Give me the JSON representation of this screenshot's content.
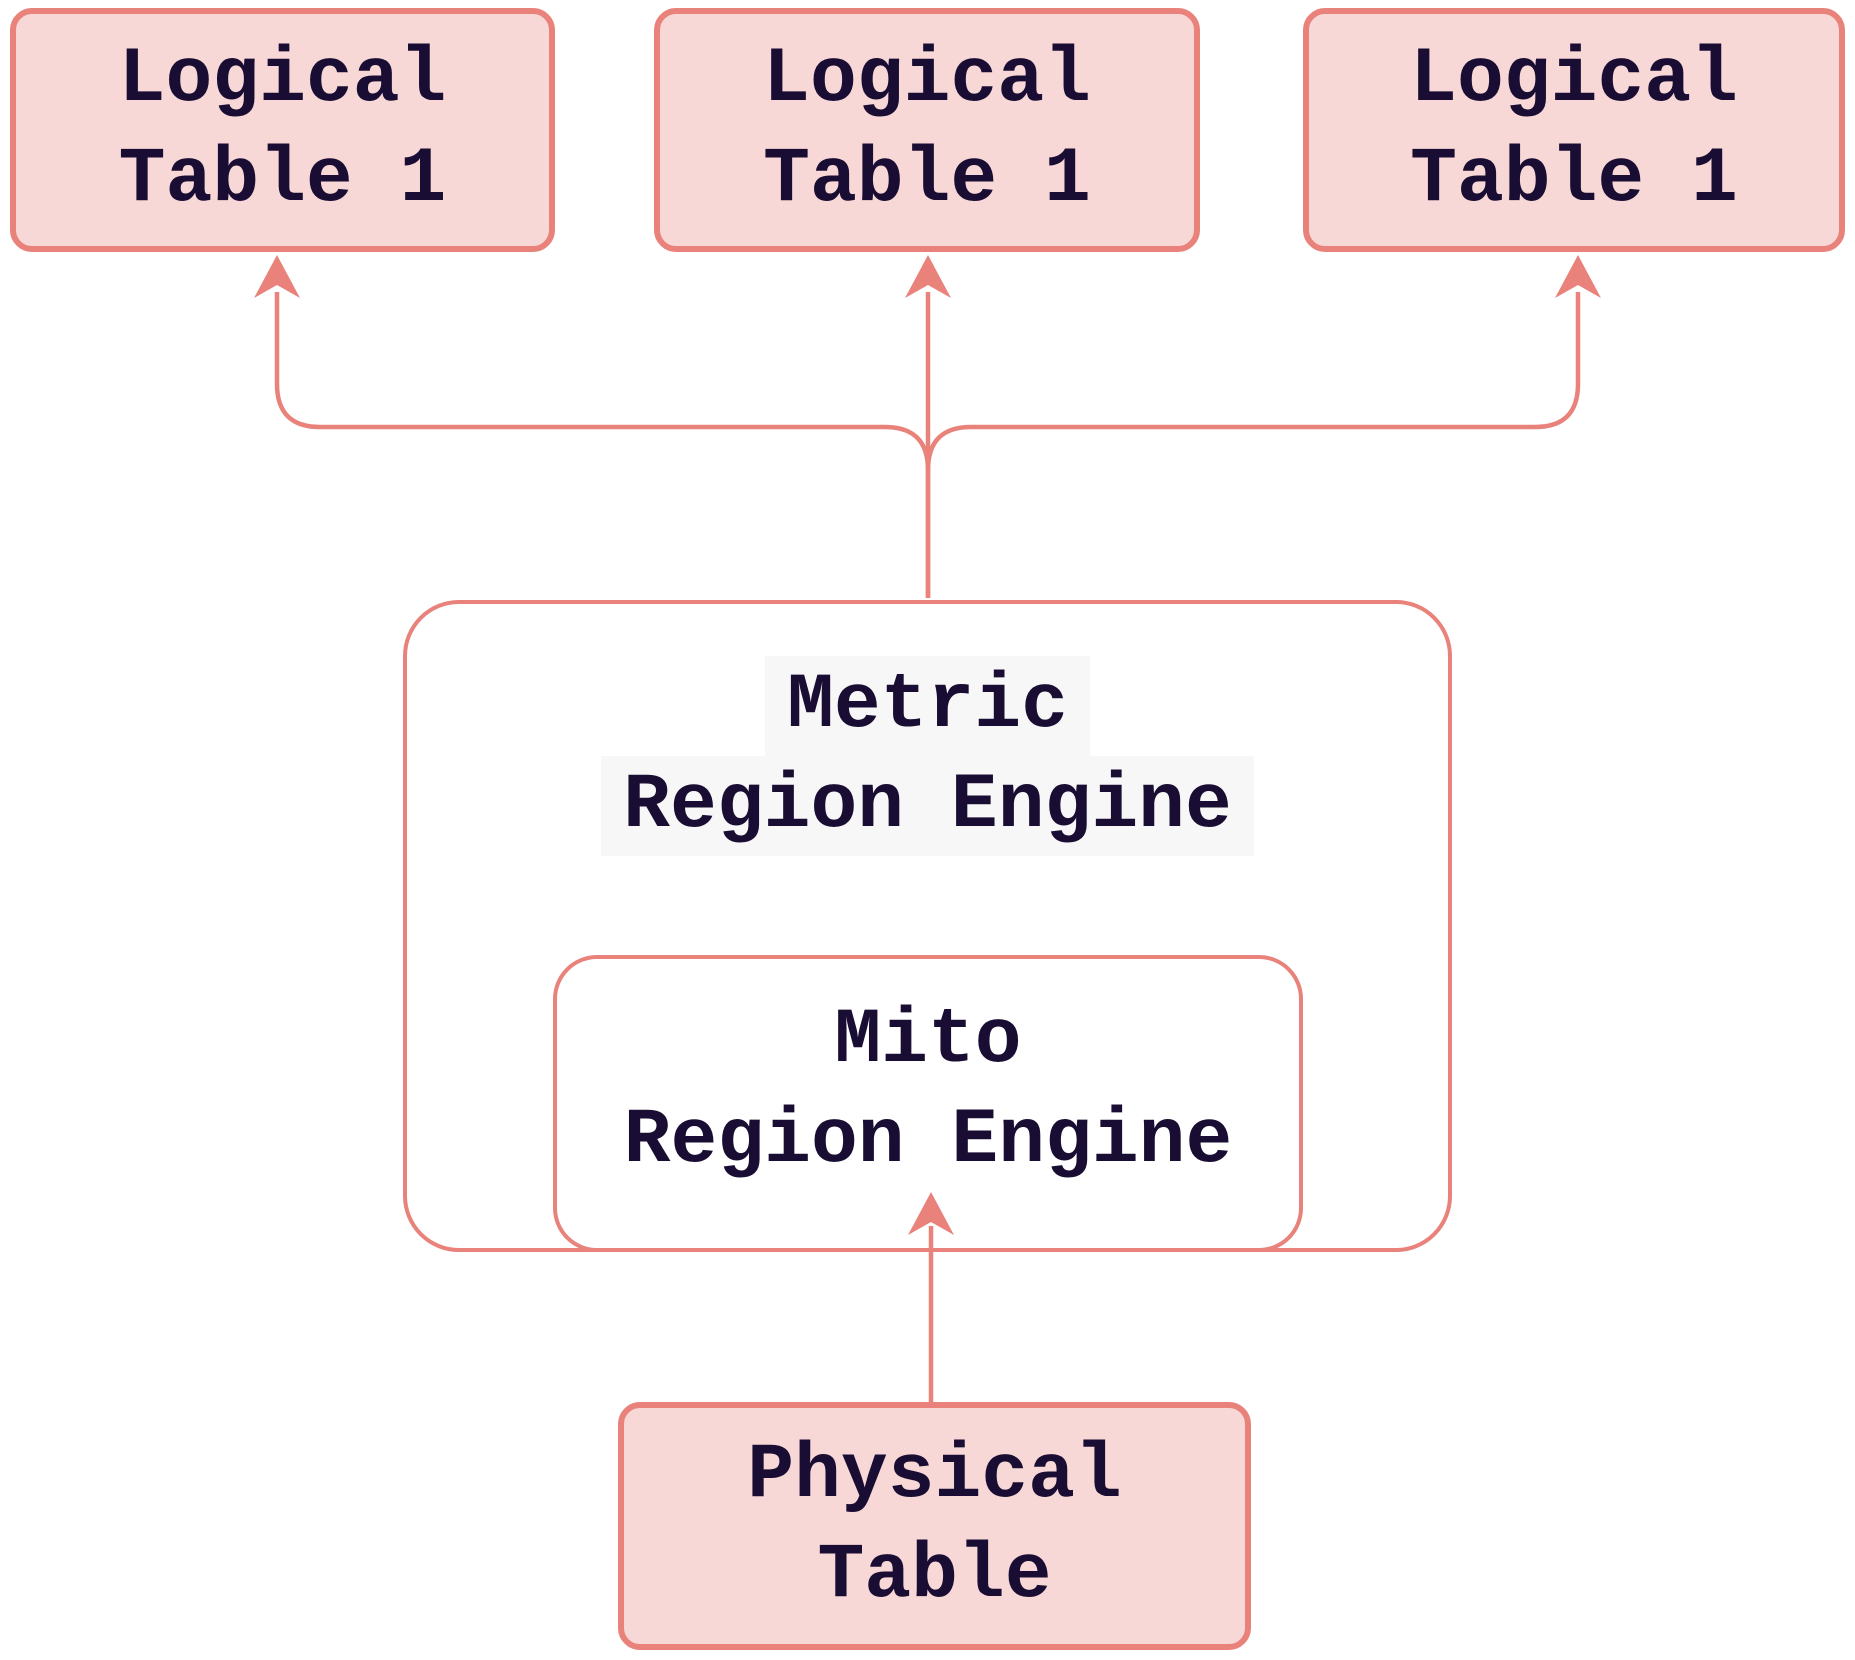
{
  "diagram_type": "flowchart",
  "colors": {
    "border": "#e8827a",
    "node_fill": "#f8d8d7",
    "text": "#1a0d33",
    "label_bg": "#f7f7f7",
    "edge": "#e8827a",
    "background": "#ffffff"
  },
  "nodes": {
    "logical_tables": [
      {
        "label": "Logical Table 1",
        "lines": [
          "Logical",
          "Table 1"
        ]
      },
      {
        "label": "Logical Table 1",
        "lines": [
          "Logical",
          "Table 1"
        ]
      },
      {
        "label": "Logical Table 1",
        "lines": [
          "Logical",
          "Table 1"
        ]
      }
    ],
    "metric_region_engine": {
      "label": "Metric Region Engine",
      "lines": [
        "Metric",
        "Region Engine"
      ]
    },
    "mito_region_engine": {
      "label": "Mito Region Engine",
      "lines": [
        "Mito",
        "Region Engine"
      ]
    },
    "physical_table": {
      "label": "Physical Table",
      "lines": [
        "Physical",
        "Table"
      ]
    }
  },
  "edges": [
    {
      "from": "Metric Region Engine",
      "to": "Logical Table 1 (left)",
      "arrow": "up"
    },
    {
      "from": "Metric Region Engine",
      "to": "Logical Table 1 (middle)",
      "arrow": "up"
    },
    {
      "from": "Metric Region Engine",
      "to": "Logical Table 1 (right)",
      "arrow": "up"
    },
    {
      "from": "Physical Table",
      "to": "Mito Region Engine",
      "arrow": "up"
    }
  ]
}
